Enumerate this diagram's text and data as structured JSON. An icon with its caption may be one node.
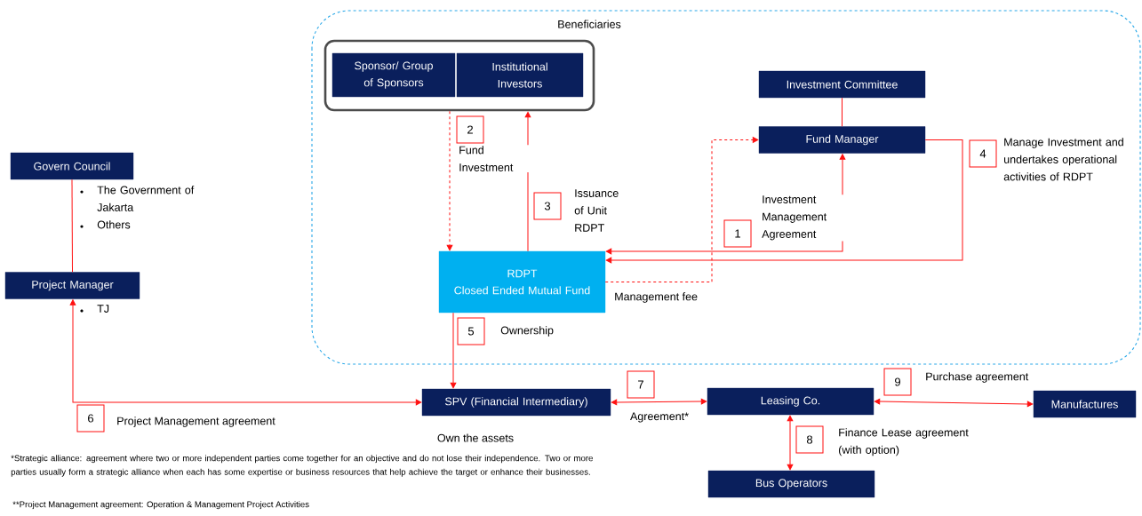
{
  "diagram": {
    "nodes": [
      {
        "text": [
          "Beneficiaries"
        ]
      },
      {
        "text": [],
        "shape": "box",
        "in": 0
      },
      {
        "text": [
          "Sponsor/ Group of Sponsors"
        ],
        "in": 1
      },
      {
        "text": [
          "Institutional Investors"
        ],
        "in": 1
      },
      {
        "text": [
          "Investment Committee"
        ],
        "in": 0
      },
      {
        "text": [
          "Fund Manager"
        ],
        "in": 0
      },
      {
        "text": [
          "RDPT",
          "Closed Ended Mutual Fund"
        ],
        "in": 0
      },
      {
        "text": [
          "Govern Council"
        ],
        "beside": [
          "The Government of Jakarta",
          "Others"
        ]
      },
      {
        "text": [
          "Project Manager"
        ],
        "beside": [
          "TJ"
        ]
      },
      {
        "text": [
          "SPV (Financial Intermediary)"
        ],
        "beside": [
          "Own the assets"
        ]
      },
      {
        "text": [
          "Leasing Co."
        ]
      },
      {
        "text": [
          "Manufactures"
        ]
      },
      {
        "text": [
          "Bus Operators"
        ]
      }
    ],
    "edges": [
      {
        "from": 1,
        "to": 6,
        "arrow": "to",
        "style": "dashed",
        "label": "Fund Investment"
      },
      {
        "from": 6,
        "to": 1,
        "arrow": "to",
        "label": "Issuance of Unit RDPT"
      },
      {
        "from": 6,
        "to": 5,
        "arrow": "both",
        "label": "Investment Management Agreement"
      },
      {
        "from": 5,
        "to": 6,
        "arrow": "to",
        "label": "Manage Investment and undertakes operational activities of RDPT"
      },
      {
        "from": 6,
        "to": 5,
        "arrow": "to",
        "style": "dashed",
        "label": "Management fee"
      },
      {
        "from": 4,
        "to": 5,
        "arrow": "none"
      },
      {
        "from": 7,
        "to": 8,
        "arrow": "none"
      },
      {
        "from": 6,
        "to": 9,
        "arrow": "to",
        "label": "Ownership"
      },
      {
        "from": 9,
        "to": 8,
        "arrow": "both",
        "label": "Project Management agreement"
      },
      {
        "from": 9,
        "to": 10,
        "arrow": "both",
        "label": "Agreement*"
      },
      {
        "from": 10,
        "to": 12,
        "arrow": "both",
        "label": "Finance Lease agreement (with option)"
      },
      {
        "from": 10,
        "to": 11,
        "arrow": "both",
        "label": "Purchase agreement"
      }
    ],
    "labels": [
      "1",
      "2",
      "3",
      "4",
      "5",
      "6",
      "7",
      "8",
      "9",
      "*Strategic alliance: agreement where two or more independent parties come together for an objective and do not lose their independence. Two or more parties usually form a strategic alliance when each has some expertise or business resources that help achieve the target or enhance their businesses.",
      "**Project Management agreement: Operation & Management Project Activities"
    ]
  }
}
